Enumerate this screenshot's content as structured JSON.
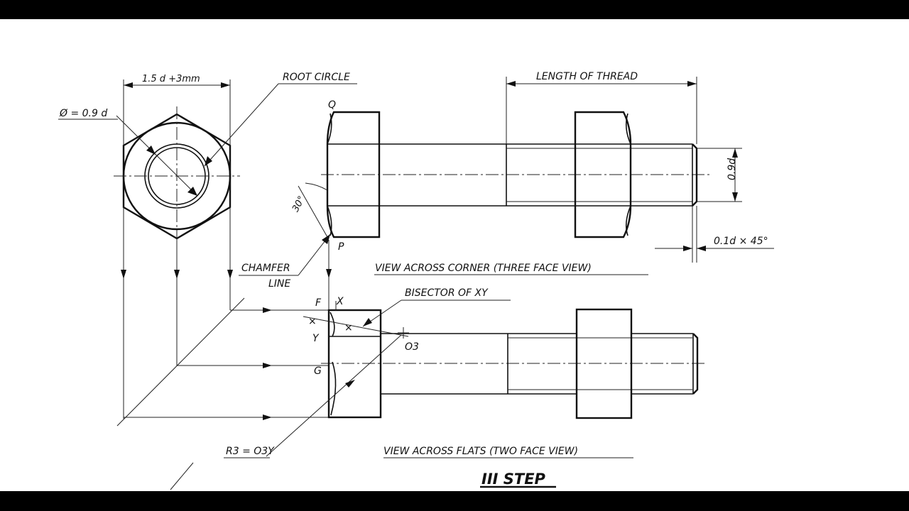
{
  "labels": {
    "top_width": "1.5 d +3mm",
    "phi": "Ø = 0.9 d",
    "root_circle": "ROOT CIRCLE",
    "q": "Q",
    "p": "P",
    "angle": "30°",
    "length_of_thread": "LENGTH OF THREAD",
    "dia_09d": "0.9d",
    "chamfer_size": "0.1d × 45°",
    "chamfer_line_1": "CHAMFER",
    "chamfer_line_2": "LINE",
    "view_corner": "VIEW ACROSS CORNER (THREE FACE VIEW)",
    "f": "F",
    "x": "X",
    "y": "Y",
    "g": "G",
    "bisector": "BISECTOR OF XY",
    "o3": "O3",
    "r3": "R3 = O3Y",
    "view_flats": "VIEW ACROSS FLATS (TWO FACE VIEW)",
    "step": "III STEP"
  }
}
